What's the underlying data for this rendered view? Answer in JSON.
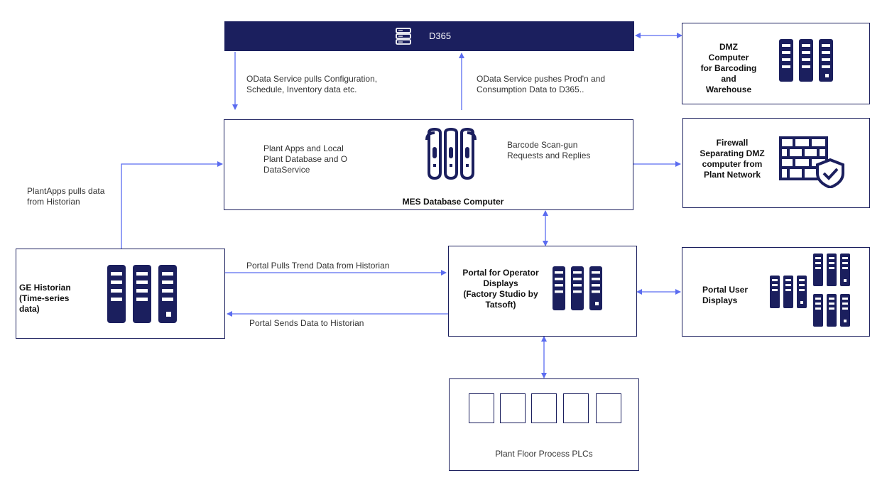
{
  "colors": {
    "navy": "#1b1f5e",
    "arrow": "#5b6cf0",
    "text": "#333333"
  },
  "d365": {
    "title": "D365",
    "icon": "server-stack-icon"
  },
  "dmz": {
    "label": "DMZ\nComputer\nfor Barcoding\nand\nWarehouse",
    "icon": "server-rack-icon"
  },
  "firewall": {
    "label": "Firewall\nSeparating DMZ\ncomputer from\nPlant Network",
    "icon": "firewall-shield-icon"
  },
  "mes": {
    "title": "MES Database Computer",
    "description": "Plant Apps and Local\nPlant  Database and O\nDataService",
    "icon": "database-server-icon"
  },
  "historian": {
    "label": "GE Historian\n(Time-series\ndata)",
    "icon": "server-rack-icon"
  },
  "portal": {
    "label": "Portal for Operator\nDisplays\n(Factory Studio by\nTatsoft)",
    "icon": "server-rack-icon"
  },
  "portal_users": {
    "label": "Portal User\nDisplays",
    "icon": "server-rack-icon"
  },
  "plcs": {
    "label": "Plant Floor Process PLCs",
    "count": 5
  },
  "edge_labels": {
    "odata_pull": "OData Service pulls Configuration,\nSchedule, Inventory data etc.",
    "odata_push": "OData Service pushes Prod'n and\nConsumption Data to D365..",
    "plantapps_pull": "PlantApps pulls data\nfrom Historian",
    "barcode": "Barcode Scan-gun\nRequests and Replies",
    "portal_pull": "Portal Pulls Trend Data from Historian",
    "portal_send": "Portal Sends Data to Historian"
  }
}
